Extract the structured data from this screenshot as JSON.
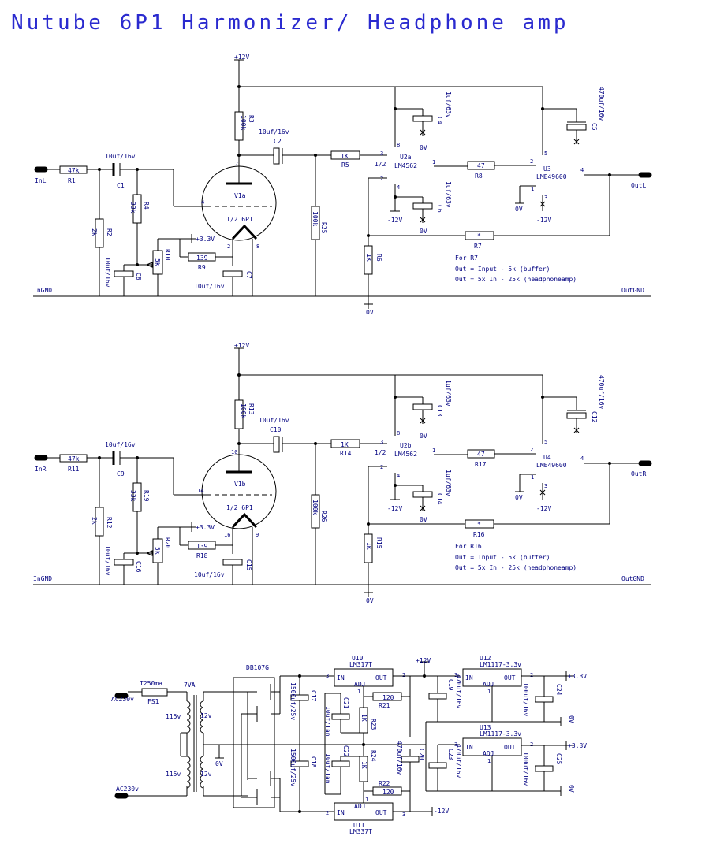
{
  "title": "Nutube 6P1 Harmonizer/ Headphone amp",
  "channels": [
    {
      "input": "InL",
      "output": "OutL",
      "in_gnd": "InGND",
      "out_gnd": "OutGND",
      "supply": "+12V",
      "zero": "0V",
      "v33": "+3.3V",
      "neg12a": "-12V",
      "neg12b": "-12V",
      "zero_a": "0V",
      "zero_b": "0V",
      "zero_c": "0V",
      "r_in": {
        "ref": "R1",
        "val": "47k"
      },
      "r_gnd": {
        "ref": "R2",
        "val": "2k"
      },
      "c_in": {
        "ref": "C1",
        "val": "10uf/16v"
      },
      "r_grid": {
        "ref": "R4",
        "val": "33k"
      },
      "r_plate": {
        "ref": "R3",
        "val": "100k"
      },
      "c_out": {
        "ref": "C2",
        "val": "10uf/16v"
      },
      "tube": {
        "ref": "V1a",
        "name": "1/2 6P1",
        "pin_plate": "7",
        "pin_grid": "4",
        "pin_a": "2",
        "pin_b": "8"
      },
      "pot": {
        "ref": "R10",
        "val": "5k"
      },
      "r_fil": {
        "ref": "R9",
        "val": "139"
      },
      "c_fil": {
        "ref": "C7",
        "val": "10uf/16v"
      },
      "c_bias": {
        "ref": "C8",
        "val": "10uf/16v"
      },
      "r_load": {
        "ref": "R25",
        "val": "100k"
      },
      "r_op": {
        "ref": "R5",
        "val": "1K"
      },
      "opamp": {
        "ref": "U2a",
        "name": "LM4562",
        "half": "1/2",
        "pin_in": "3",
        "pin_neg": "2",
        "pin_out": "1",
        "pin_vp": "8",
        "pin_vn": "4"
      },
      "c_vp": {
        "ref": "C4",
        "val": "1uf/63v"
      },
      "c_vn": {
        "ref": "C6",
        "val": "1uf/63v"
      },
      "r_buf": {
        "ref": "R8",
        "val": "47"
      },
      "buffer": {
        "ref": "U3",
        "name": "LME49600",
        "pin_in": "2",
        "pin_out": "4",
        "pin_v5": "5",
        "pin_1": "1",
        "pin_3": "3"
      },
      "c_big": {
        "ref": "C5",
        "val": "470uf/16v"
      },
      "r_fb": {
        "ref": "R7",
        "val": "*"
      },
      "r_fb_gnd": {
        "ref": "R6",
        "val": "1K"
      },
      "notes": [
        "For R7",
        "Out = Input - 5k (buffer)",
        "Out = 5x In - 25k (headphoneamp)"
      ]
    },
    {
      "input": "InR",
      "output": "OutR",
      "in_gnd": "InGND",
      "out_gnd": "OutGND",
      "supply": "+12V",
      "zero": "0V",
      "v33": "+3.3V",
      "neg12a": "-12V",
      "neg12b": "-12V",
      "zero_a": "0V",
      "zero_b": "0V",
      "zero_c": "0V",
      "r_in": {
        "ref": "R11",
        "val": "47k"
      },
      "r_gnd": {
        "ref": "R12",
        "val": "2k"
      },
      "c_in": {
        "ref": "C9",
        "val": "10uf/16v"
      },
      "r_grid": {
        "ref": "R19",
        "val": "33k"
      },
      "r_plate": {
        "ref": "R13",
        "val": "100k"
      },
      "c_out": {
        "ref": "C10",
        "val": "10uf/16v"
      },
      "tube": {
        "ref": "V1b",
        "name": "1/2 6P1",
        "pin_plate": "10",
        "pin_grid": "14",
        "pin_a": "16",
        "pin_b": "9"
      },
      "pot": {
        "ref": "R20",
        "val": "5k"
      },
      "r_fil": {
        "ref": "R18",
        "val": "139"
      },
      "c_fil": {
        "ref": "C15",
        "val": "10uf/16v"
      },
      "c_bias": {
        "ref": "C16",
        "val": "10uf/16v"
      },
      "r_load": {
        "ref": "R26",
        "val": "100k"
      },
      "r_op": {
        "ref": "R14",
        "val": "1K"
      },
      "opamp": {
        "ref": "U2b",
        "name": "LM4562",
        "half": "1/2",
        "pin_in": "3",
        "pin_neg": "2",
        "pin_out": "1",
        "pin_vp": "8",
        "pin_vn": "4"
      },
      "c_vp": {
        "ref": "C13",
        "val": "1uf/63v"
      },
      "c_vn": {
        "ref": "C14",
        "val": "1uf/63v"
      },
      "r_buf": {
        "ref": "R17",
        "val": "47"
      },
      "buffer": {
        "ref": "U4",
        "name": "LME49600",
        "pin_in": "2",
        "pin_out": "4",
        "pin_v5": "5",
        "pin_1": "1",
        "pin_3": "3"
      },
      "c_big": {
        "ref": "C12",
        "val": "470uf/16v"
      },
      "r_fb": {
        "ref": "R16",
        "val": "*"
      },
      "r_fb_gnd": {
        "ref": "R15",
        "val": "1K"
      },
      "notes": [
        "For R16",
        "Out = Input - 5k (buffer)",
        "Out = 5x In - 25k (headphoneamp)"
      ]
    }
  ],
  "psu": {
    "ac_in_top": "AC230v",
    "ac_in_bot": "AC230v",
    "fuse": {
      "ref": "FS1",
      "val": "T250ma"
    },
    "transformer": {
      "va": "7VA",
      "p1": "115v",
      "p2": "115v",
      "s1": "12v",
      "s2": "12v",
      "gnd": "0V"
    },
    "bridge": "DB107G",
    "c17": {
      "ref": "C17",
      "val": "1500uf/25v"
    },
    "c18": {
      "ref": "C18",
      "val": "1500uf/25v"
    },
    "c21": {
      "ref": "C21",
      "val": "10uf/Tan"
    },
    "c22": {
      "ref": "C22",
      "val": "10uf/Tan"
    },
    "u10": {
      "ref": "U10",
      "name": "LM317T",
      "in": "IN",
      "out": "OUT",
      "adj": "ADJ",
      "p3": "3",
      "p1": "1",
      "p2": "2"
    },
    "u11": {
      "ref": "U11",
      "name": "LM337T",
      "in": "IN",
      "out": "OUT",
      "adj": "ADJ",
      "p3": "3",
      "p1": "1",
      "p2": "2"
    },
    "r21": {
      "ref": "R21",
      "val": "120"
    },
    "r22": {
      "ref": "R22",
      "val": "120"
    },
    "r23": {
      "ref": "R23",
      "val": "1K"
    },
    "r24": {
      "ref": "R24",
      "val": "1K"
    },
    "c19": {
      "ref": "C19",
      "val": "470uf/16v"
    },
    "c20": {
      "ref": "C20",
      "val": "470uf/16v"
    },
    "c23": {
      "ref": "C23",
      "val": "470uf/16v"
    },
    "plus12": "+12V",
    "minus12": "-12V",
    "u12": {
      "ref": "U12",
      "name": "LM1117-3.3v",
      "in": "IN",
      "out": "OUT",
      "adj": "ADJ",
      "p3": "3",
      "p1": "1",
      "p2": "2"
    },
    "u13": {
      "ref": "U13",
      "name": "LM1117-3.3v",
      "in": "IN",
      "out": "OUT",
      "adj": "ADJ",
      "p3": "3",
      "p1": "1",
      "p2": "2"
    },
    "c24": {
      "ref": "C24",
      "val": "100uf/16v"
    },
    "c25": {
      "ref": "C25",
      "val": "100uf/16v"
    },
    "out_a": "+3.3V",
    "out_b": "0V",
    "out_c": "+3.3V",
    "out_d": "0V"
  }
}
